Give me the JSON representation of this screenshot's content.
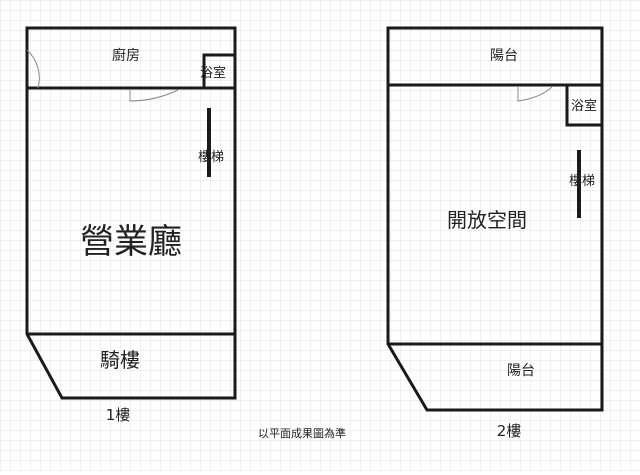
{
  "floor1": {
    "kitchen": "廚房",
    "bathroom": "浴室",
    "stairs": "樓梯",
    "shop_hall": "營業廳",
    "arcade": "騎樓",
    "caption": "1樓"
  },
  "floor2": {
    "balcony_back": "陽台",
    "bathroom": "浴室",
    "stairs": "樓梯",
    "open_space": "開放空間",
    "balcony_front": "陽台",
    "caption": "2樓"
  },
  "note": "以平面成果圖為準",
  "colors": {
    "grid": "#e2e2e2",
    "wall": "#1a1a1a",
    "door": "#888888",
    "text": "#222222"
  }
}
